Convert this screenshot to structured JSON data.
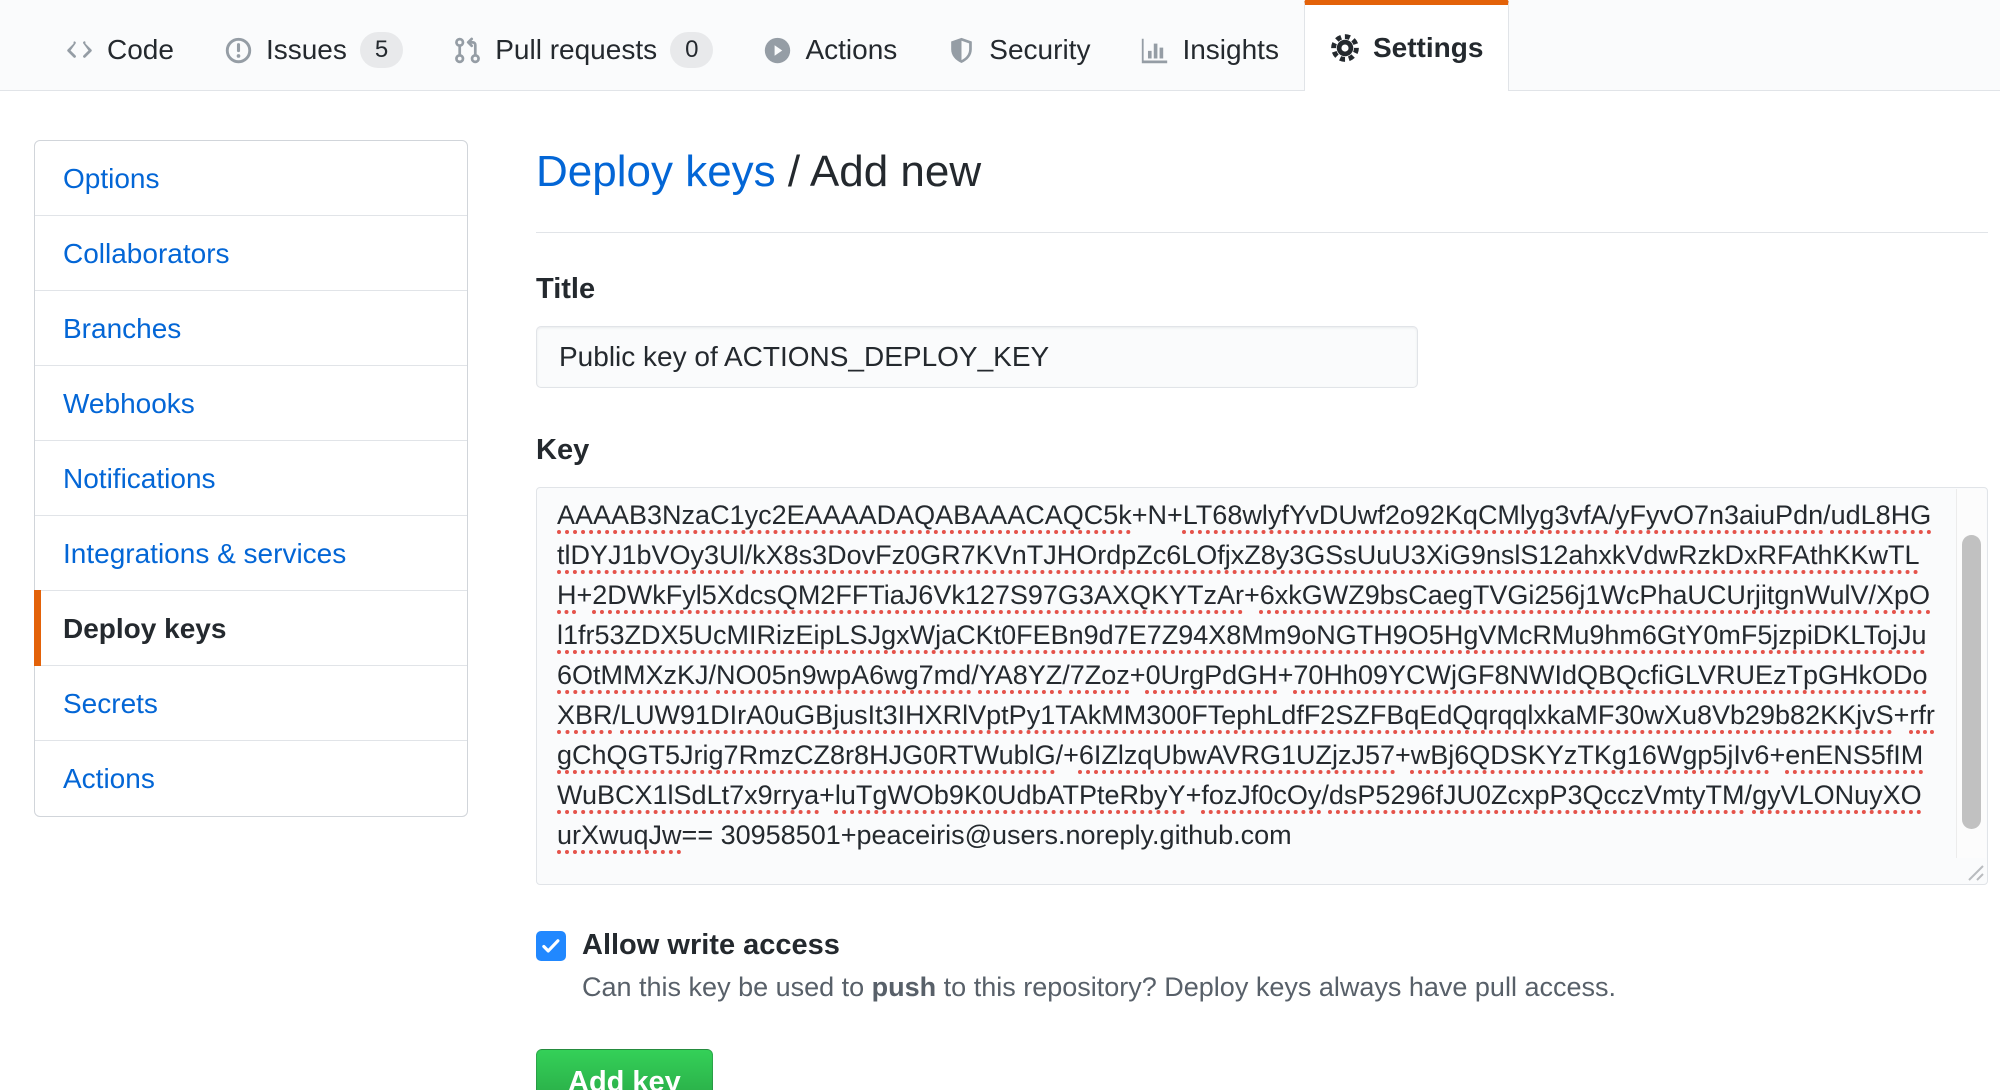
{
  "nav": {
    "tabs": [
      {
        "label": "Code",
        "icon": "code-icon"
      },
      {
        "label": "Issues",
        "icon": "issue-opened-icon",
        "badge": "5"
      },
      {
        "label": "Pull requests",
        "icon": "git-pull-request-icon",
        "badge": "0"
      },
      {
        "label": "Actions",
        "icon": "play-icon"
      },
      {
        "label": "Security",
        "icon": "shield-icon"
      },
      {
        "label": "Insights",
        "icon": "graph-icon"
      },
      {
        "label": "Settings",
        "icon": "gear-icon",
        "active": true
      }
    ]
  },
  "sidebar": {
    "items": [
      {
        "label": "Options"
      },
      {
        "label": "Collaborators"
      },
      {
        "label": "Branches"
      },
      {
        "label": "Webhooks"
      },
      {
        "label": "Notifications"
      },
      {
        "label": "Integrations & services"
      },
      {
        "label": "Deploy keys",
        "active": true
      },
      {
        "label": "Secrets"
      },
      {
        "label": "Actions"
      }
    ]
  },
  "page": {
    "breadcrumb_link": "Deploy keys",
    "breadcrumb_separator": " / ",
    "breadcrumb_current": "Add new",
    "title_label": "Title",
    "title_value": "Public key of ACTIONS_DEPLOY_KEY",
    "key_label": "Key",
    "key_value": "AAAAB3NzaC1yc2EAAAADAQABAAACAQC5k+N+LT68wlyfYvDUwf2o92KqCMlyg3vfA/yFyvO7n3aiuPdn/udL8HGtlDYJ1bVOy3Ul/kX8s3DovFz0GR7KVnTJHOrdpZc6LOfjxZ8y3GSsUuU3XiG9nslS12ahxkVdwRzkDxRFAthKKwTLH+2DWkFyl5XdcsQM2FFTiaJ6Vk127S97G3AXQKYTzAr+6xkGWZ9bsCaegTVGi256j1WcPhaUCUrjitgnWulV/XpOl1fr53ZDX5UcMIRizEipLSJgxWjaCKt0FEBn9d7E7Z94X8Mm9oNGTH9O5HgVMcRMu9hm6GtY0mF5jzpiDKLTojJu6OtMMXzKJ/NO05n9wpA6wg7md/YA8YZ/7Zoz+0UrgPdGH+70Hh09YCWjGF8NWIdQBQcfiGLVRUEzTpGHkODoXBR/LUW91DIrA0uGBjusIt3IHXRlVptPy1TAkMM300FTephLdfF2SZFBqEdQqrqqlxkaMF30wXu8Vb29b82KKjvS+rfrgChQGT5Jrig7RmzCZ8r8HJG0RTWublG/+6IZlzqUbwAVRG1UZjzJ57+wBj6QDSKYzTKg16Wgp5jIv6+enENS5fIMWuBCX1lSdLt7x9rrya+luTgWOb9K0UdbATPteRbyY+fozJf0cOy/dsP5296fJU0ZcxpP3QcczVmtyTM/gyVLONuyXOurXwuqJw== 30958501+peaceiris@users.noreply.github.com",
    "write_access": {
      "label": "Allow write access",
      "checked": true,
      "note_prefix": "Can this key be used to ",
      "note_bold": "push",
      "note_suffix": " to this repository? Deploy keys always have pull access."
    },
    "submit_label": "Add key"
  },
  "colors": {
    "accent_orange": "#e36209",
    "link_blue": "#0366d6",
    "button_green": "#28a745",
    "checkbox_blue": "#2188ff",
    "spellcheck_red": "#e5534b",
    "nav_background": "#fafbfc"
  }
}
